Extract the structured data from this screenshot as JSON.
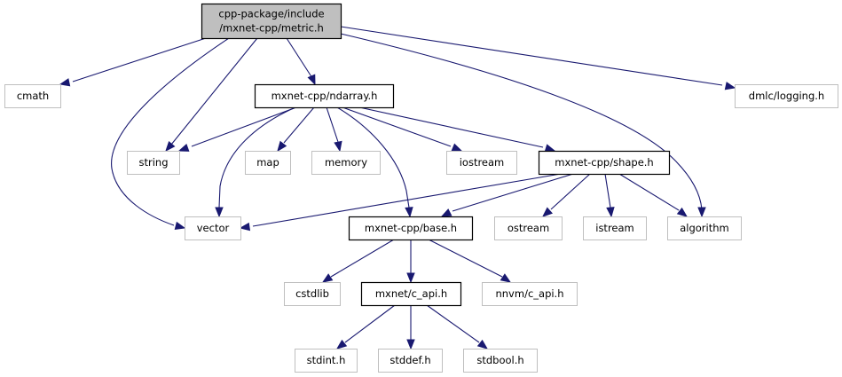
{
  "diagram": {
    "type": "include-dependency-graph",
    "colors": {
      "edge": "#191970",
      "root_fill": "#bfbfbf",
      "root_border": "#000000",
      "local_border": "#000000",
      "system_border": "#bfbfbf"
    },
    "nodes": [
      {
        "id": "metric",
        "lines": [
          "cpp-package/include",
          "/mxnet-cpp/metric.h"
        ],
        "kind": "root"
      },
      {
        "id": "cmath",
        "lines": [
          "cmath"
        ],
        "kind": "system"
      },
      {
        "id": "ndarray",
        "lines": [
          "mxnet-cpp/ndarray.h"
        ],
        "kind": "local"
      },
      {
        "id": "logging",
        "lines": [
          "dmlc/logging.h"
        ],
        "kind": "system"
      },
      {
        "id": "string",
        "lines": [
          "string"
        ],
        "kind": "system"
      },
      {
        "id": "map",
        "lines": [
          "map"
        ],
        "kind": "system"
      },
      {
        "id": "memory",
        "lines": [
          "memory"
        ],
        "kind": "system"
      },
      {
        "id": "iostream",
        "lines": [
          "iostream"
        ],
        "kind": "system"
      },
      {
        "id": "shape",
        "lines": [
          "mxnet-cpp/shape.h"
        ],
        "kind": "local"
      },
      {
        "id": "vector",
        "lines": [
          "vector"
        ],
        "kind": "system"
      },
      {
        "id": "base",
        "lines": [
          "mxnet-cpp/base.h"
        ],
        "kind": "local"
      },
      {
        "id": "ostream",
        "lines": [
          "ostream"
        ],
        "kind": "system"
      },
      {
        "id": "istream",
        "lines": [
          "istream"
        ],
        "kind": "system"
      },
      {
        "id": "algorithm",
        "lines": [
          "algorithm"
        ],
        "kind": "system"
      },
      {
        "id": "cstdlib",
        "lines": [
          "cstdlib"
        ],
        "kind": "system"
      },
      {
        "id": "capi",
        "lines": [
          "mxnet/c_api.h"
        ],
        "kind": "local"
      },
      {
        "id": "nnvm",
        "lines": [
          "nnvm/c_api.h"
        ],
        "kind": "system"
      },
      {
        "id": "stdint",
        "lines": [
          "stdint.h"
        ],
        "kind": "system"
      },
      {
        "id": "stddef",
        "lines": [
          "stddef.h"
        ],
        "kind": "system"
      },
      {
        "id": "stdbool",
        "lines": [
          "stdbool.h"
        ],
        "kind": "system"
      }
    ],
    "edges": [
      {
        "from": "metric",
        "to": "cmath"
      },
      {
        "from": "metric",
        "to": "ndarray"
      },
      {
        "from": "metric",
        "to": "logging"
      },
      {
        "from": "metric",
        "to": "string"
      },
      {
        "from": "metric",
        "to": "vector"
      },
      {
        "from": "metric",
        "to": "algorithm"
      },
      {
        "from": "ndarray",
        "to": "string"
      },
      {
        "from": "ndarray",
        "to": "map"
      },
      {
        "from": "ndarray",
        "to": "memory"
      },
      {
        "from": "ndarray",
        "to": "iostream"
      },
      {
        "from": "ndarray",
        "to": "shape"
      },
      {
        "from": "ndarray",
        "to": "vector"
      },
      {
        "from": "ndarray",
        "to": "base"
      },
      {
        "from": "shape",
        "to": "vector"
      },
      {
        "from": "shape",
        "to": "base"
      },
      {
        "from": "shape",
        "to": "ostream"
      },
      {
        "from": "shape",
        "to": "istream"
      },
      {
        "from": "shape",
        "to": "algorithm"
      },
      {
        "from": "base",
        "to": "cstdlib"
      },
      {
        "from": "base",
        "to": "capi"
      },
      {
        "from": "base",
        "to": "nnvm"
      },
      {
        "from": "capi",
        "to": "stdint"
      },
      {
        "from": "capi",
        "to": "stddef"
      },
      {
        "from": "capi",
        "to": "stdbool"
      }
    ]
  }
}
